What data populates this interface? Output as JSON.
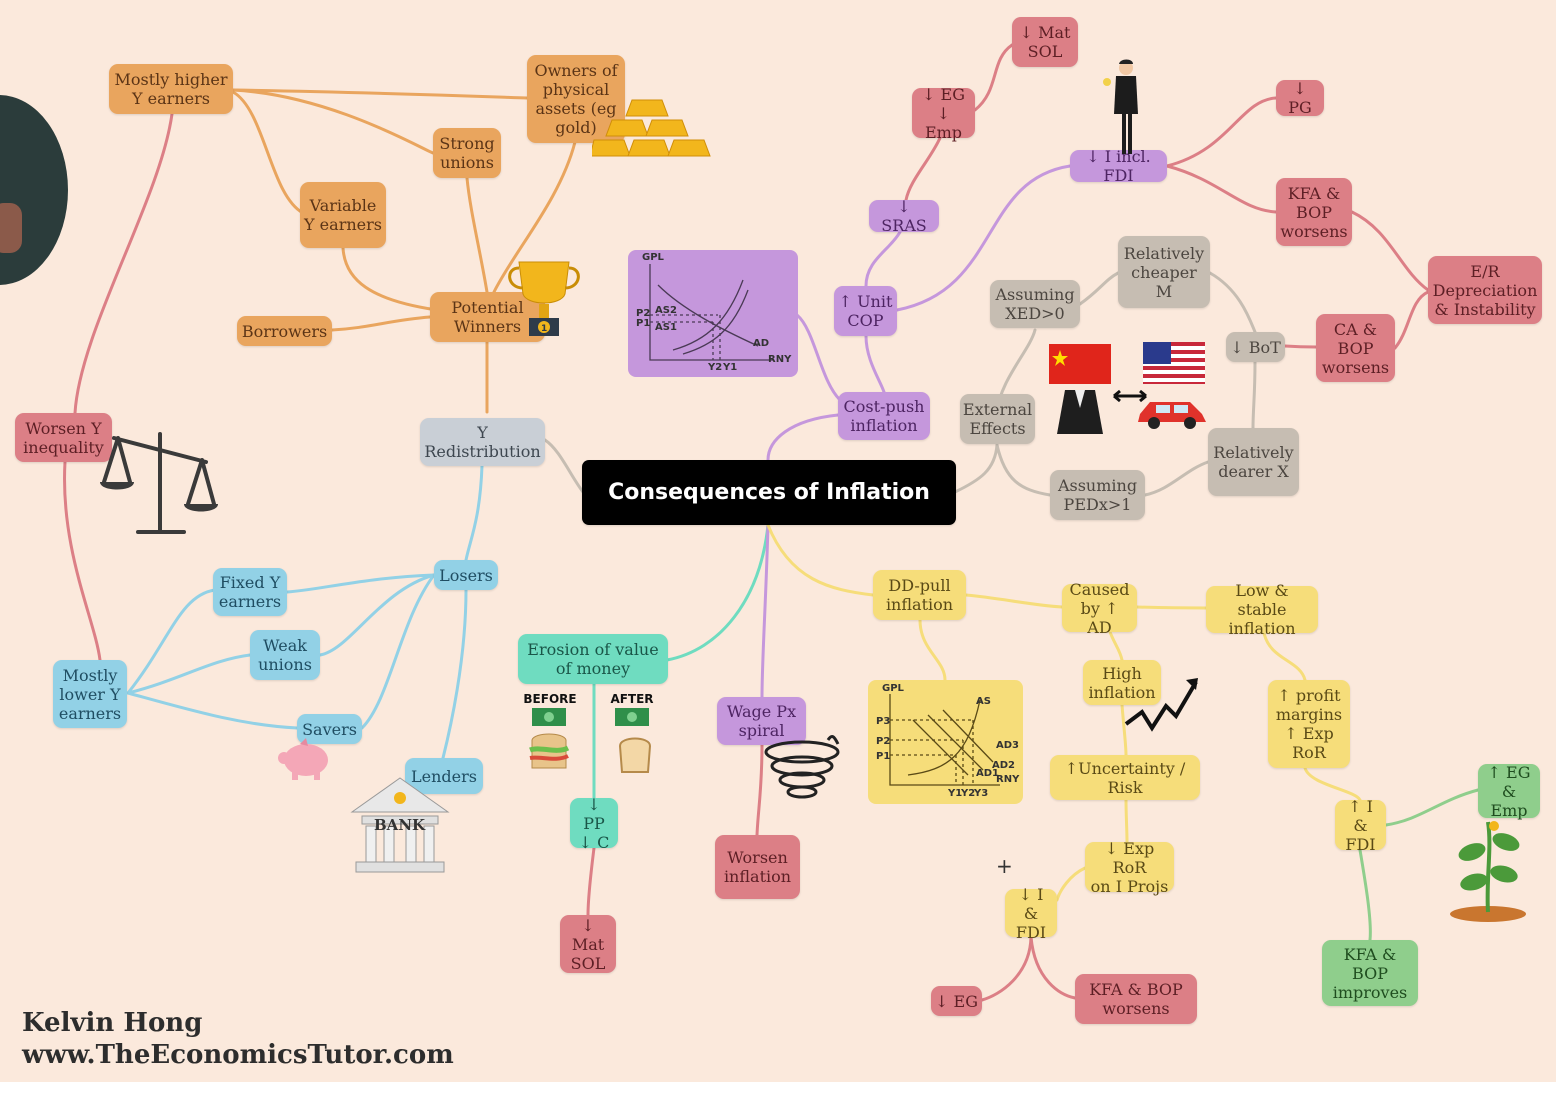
{
  "central": "Consequences of Inflation",
  "credit": {
    "author": "Kelvin Hong",
    "website": "www.TheEconomicsTutor.com"
  },
  "nodes": {
    "mostly_higher_y_earners": "Mostly higher\nY earners",
    "owners_physical_assets": "Owners of\nphysical\nassets (eg\ngold)",
    "strong_unions": "Strong\nunions",
    "variable_y_earners": "Variable\nY earners",
    "borrowers": "Borrowers",
    "potential_winners": "Potential\nWinners",
    "y_redistribution": "Y\nRedistribution",
    "worsen_y_inequality": "Worsen Y\ninequality",
    "losers": "Losers",
    "fixed_y_earners": "Fixed Y\nearners",
    "weak_unions": "Weak\nunions",
    "mostly_lower_y_earners": "Mostly\nlower Y\nearners",
    "savers": "Savers",
    "lenders": "Lenders",
    "erosion_value_money": "Erosion of value\nof money",
    "pp_c": "↓ PP\n↓ C",
    "mat_sol_bottom": "↓ Mat\nSOL",
    "wage_px_spiral": "Wage Px\nspiral",
    "worsen_inflation": "Worsen\ninflation",
    "dd_pull_inflation": "DD-pull\ninflation",
    "caused_by_ad": "Caused\nby ↑ AD",
    "low_stable_inflation": "Low & stable\ninflation",
    "high_inflation": "High\ninflation",
    "uncertainty_risk": "↑Uncertainty /\nRisk",
    "exp_ror_projs": "↓ Exp RoR\non I Projs",
    "i_fdi_down": "↓ I &\nFDI",
    "eg_down": "↓ EG",
    "kfa_bop_worsens_bottom": "KFA & BOP\nworsens",
    "profit_margins": "↑ profit\nmargins\n↑ Exp\nRoR",
    "i_fdi_up": "↑ I &\nFDI",
    "eg_emp_up": "↑ EG &\nEmp",
    "kfa_bop_improves": "KFA & BOP\nimproves",
    "cost_push_inflation": "Cost-push\ninflation",
    "unit_cop": "↑ Unit\nCOP",
    "sras": "↓ SRAS",
    "eg_emp_down": "↓ EG ↓\nEmp",
    "mat_sol_top": "↓ Mat\nSOL",
    "i_incl_fdi": "↓ I incl. FDI",
    "pg": "↓ PG",
    "kfa_bop_worsens_top": "KFA &\nBOP\nworsens",
    "er_depreciation": "E/R\nDepreciation\n& Instability",
    "ca_bop_worsens": "CA &\nBOP\nworsens",
    "bot": "↓ BoT",
    "relatively_cheaper_m": "Relatively\ncheaper M",
    "assuming_xed": "Assuming\nXED>0",
    "external_effects": "External\nEffects",
    "assuming_ped": "Assuming\nPEDx>1",
    "relatively_dearer_x": "Relatively\ndearer X"
  },
  "graphs": {
    "cost_push": {
      "y_axis": "GPL",
      "x_axis": "RNY",
      "labels": [
        "P2",
        "P1",
        "AS2",
        "AS1",
        "AD",
        "Y2",
        "Y1"
      ]
    },
    "dd_pull": {
      "y_axis": "GPL",
      "x_axis": "RNY",
      "labels": [
        "AS",
        "AD3",
        "AD2",
        "AD1",
        "P3",
        "P2",
        "P1",
        "Y1",
        "Y2",
        "Y3"
      ]
    }
  },
  "illustrations": {
    "before": "BEFORE",
    "after": "AFTER",
    "bank": "BANK",
    "trophy_badge": "1"
  },
  "colors": {
    "background": "#fbe9dc",
    "orange": "#e9a55e",
    "purple": "#c597dc",
    "red": "#dc7f86",
    "gray": "#c6bdb2",
    "blue": "#92d1e6",
    "yellow": "#f6dd7a",
    "teal": "#6fdcc0",
    "central": "#000000"
  },
  "icons": [
    "gold-bars-icon",
    "trophy-icon",
    "scales-icon",
    "piggy-bank-icon",
    "bank-icon",
    "money-icon",
    "sandwich-icon",
    "bread-icon",
    "spiral-icon",
    "china-flag-icon",
    "usa-flag-icon",
    "suit-icon",
    "car-icon",
    "double-arrow-icon",
    "businessman-icon",
    "upward-trend-icon",
    "plant-icon",
    "plus-cursor-icon"
  ]
}
